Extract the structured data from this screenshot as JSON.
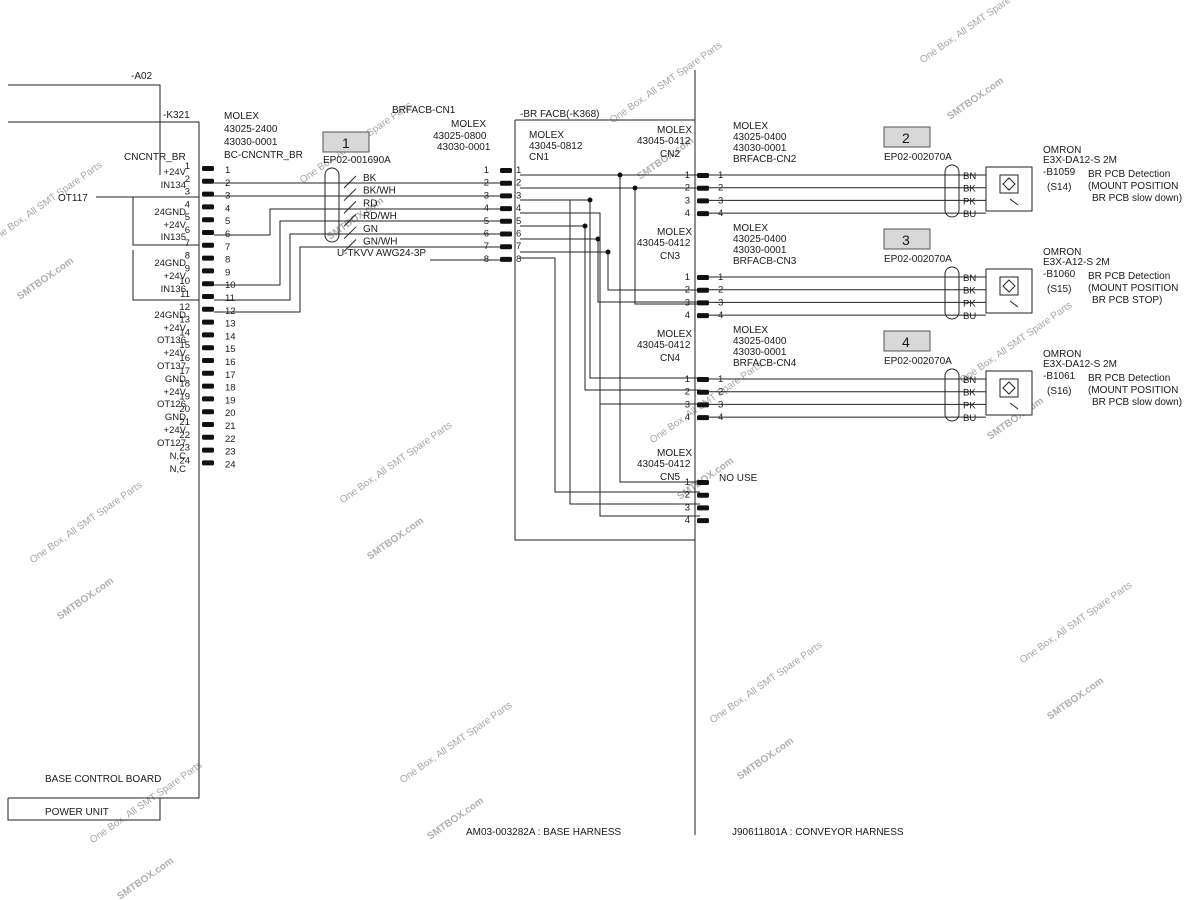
{
  "watermark": {
    "brand": "SMTBOX.com",
    "tagline": "One Box, All SMT Spare Parts"
  },
  "boxes": {
    "base_control_board": "BASE CONTROL BOARD",
    "power_unit": "POWER UNIT"
  },
  "wires_in": {
    "a02": "-A02",
    "k321": "-K321",
    "ot117": "OT117"
  },
  "cncntr": {
    "maker": "MOLEX",
    "part1": "43025-2400",
    "part2": "43030-0001",
    "name": "BC-CNCNTR_BR",
    "label": "CNCNTR_BR",
    "signals": [
      "+24V",
      "IN134",
      "",
      "",
      "24GND",
      "+24V",
      "IN135",
      "",
      "24GND",
      "+24V",
      "IN136",
      "",
      "24GND",
      "+24V",
      "OT136",
      "+24V",
      "OT137",
      "GND",
      "+24V",
      "OT126",
      "GND",
      "+24V",
      "OT127",
      "N,C",
      "N,C"
    ],
    "pins": [
      "1",
      "2",
      "3",
      "4",
      "5",
      "6",
      "7",
      "8",
      "9",
      "10",
      "11",
      "12",
      "13",
      "14",
      "15",
      "16",
      "17",
      "18",
      "19",
      "20",
      "21",
      "22",
      "23",
      "24"
    ]
  },
  "cable1": {
    "ref": "1",
    "part": "EP02-001690A",
    "type": "U-TKVV AWG24-3P",
    "colors": [
      "BK",
      "BK/WH",
      "RD",
      "RD/WH",
      "GN",
      "GN/WH"
    ]
  },
  "brfacb_cn1": {
    "title": "BRFACB-CN1",
    "maker": "MOLEX",
    "part1": "43025-0800",
    "part2": "43030-0001",
    "pins": [
      "1",
      "2",
      "3",
      "4",
      "5",
      "6",
      "7",
      "8"
    ]
  },
  "board": {
    "title": "-BR FACB(-K368)",
    "cn1_maker": "MOLEX",
    "cn1_part": "43045-0812",
    "cn1_name": "CN1"
  },
  "cn_headers": [
    {
      "maker": "MOLEX",
      "part": "43045-0412",
      "name": "CN2"
    },
    {
      "maker": "MOLEX",
      "part": "43045-0412",
      "name": "CN3"
    },
    {
      "maker": "MOLEX",
      "part": "43045-0412",
      "name": "CN4"
    },
    {
      "maker": "MOLEX",
      "part": "43045-0412",
      "name": "CN5"
    }
  ],
  "no_use": "NO USE",
  "sensors": [
    {
      "ref": "2",
      "cable": "EP02-002070A",
      "plug_maker": "MOLEX",
      "plug_part1": "43025-0400",
      "plug_part2": "43030-0001",
      "plug_name": "BRFACB-CN2",
      "maker": "OMRON",
      "model": "E3X-DA12-S 2M",
      "id": "-B1059",
      "pos": "(S14)",
      "func1": "BR PCB Detection",
      "func2": "(MOUNT POSITION",
      "func3": "BR PCB slow down)"
    },
    {
      "ref": "3",
      "cable": "EP02-002070A",
      "plug_maker": "MOLEX",
      "plug_part1": "43025-0400",
      "plug_part2": "43030-0001",
      "plug_name": "BRFACB-CN3",
      "maker": "OMRON",
      "model": "E3X-A12-S 2M",
      "id": "-B1060",
      "pos": "(S15)",
      "func1": "BR PCB Detection",
      "func2": "(MOUNT POSITION",
      "func3": "BR PCB STOP)"
    },
    {
      "ref": "4",
      "cable": "EP02-002070A",
      "plug_maker": "MOLEX",
      "plug_part1": "43025-0400",
      "plug_part2": "43030-0001",
      "plug_name": "BRFACB-CN4",
      "maker": "OMRON",
      "model": "E3X-DA12-S 2M",
      "id": "-B1061",
      "pos": "(S16)",
      "func1": "BR PCB Detection",
      "func2": "(MOUNT POSITION",
      "func3": "BR PCB slow down)"
    }
  ],
  "sensor_wires": [
    "BN",
    "BK",
    "PK",
    "BU"
  ],
  "pins4": [
    "1",
    "2",
    "3",
    "4"
  ],
  "footer": {
    "base_harness": "AM03-003282A : BASE HARNESS",
    "conveyor_harness": "J90611801A : CONVEYOR HARNESS"
  }
}
